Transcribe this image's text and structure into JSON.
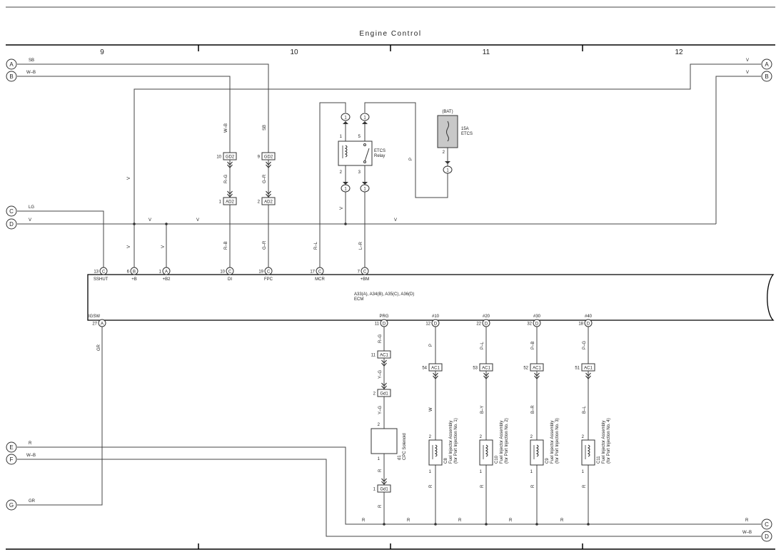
{
  "title": "Engine Control",
  "sections": [
    "9",
    "10",
    "11",
    "12"
  ],
  "terminals": {
    "A": "A",
    "B": "B",
    "C": "C",
    "D": "D",
    "E": "E",
    "F": "F",
    "G": "G"
  },
  "wire_colors": {
    "sb": "SB",
    "wb": "W–B",
    "v": "V",
    "lg": "LG",
    "r": "R",
    "gr": "GR",
    "rg": "R–G",
    "gr_dash": "G–R",
    "rb": "R–B",
    "rl": "R–L",
    "lr": "L–R",
    "p": "P",
    "w": "W",
    "yg": "Y–G",
    "pl": "P–L",
    "pb": "P–B",
    "pg": "P–G",
    "by": "B–Y",
    "br": "B–R",
    "bl": "B–L"
  },
  "connectors": {
    "gd2": "GD2",
    "ad2": "AD2",
    "ac1": "AC1",
    "gd1": "Gd1"
  },
  "pins": {
    "p1": "1",
    "p2": "2",
    "p3": "3",
    "p5": "5",
    "p6": "6",
    "p7": "7",
    "p9": "9",
    "p10": "10",
    "p11": "11",
    "p12": "12",
    "p13": "13",
    "p17": "17",
    "p18": "18",
    "p19": "19",
    "p22": "22",
    "p27": "27",
    "p32": "32",
    "p51": "51",
    "p52": "52",
    "p53": "53",
    "p54": "54"
  },
  "ecm": {
    "name": "ECM",
    "connectors": "A33(A), A34(B), A35(C), A36(D)",
    "top_pins": [
      {
        "num": "13",
        "letter": "C",
        "label": "SSHUT"
      },
      {
        "num": "6",
        "letter": "B",
        "label": "+B"
      },
      {
        "num": "1",
        "letter": "A",
        "label": "+B2"
      },
      {
        "num": "10",
        "letter": "C",
        "label": "DI"
      },
      {
        "num": "19",
        "letter": "C",
        "label": "FPC"
      },
      {
        "num": "17",
        "letter": "C",
        "label": "MCR"
      },
      {
        "num": "7",
        "letter": "C",
        "label": "+BM"
      }
    ],
    "bottom_pins": [
      {
        "num": "27",
        "letter": "A",
        "label": "IGSW"
      },
      {
        "num": "11",
        "letter": "D",
        "label": "PRG"
      },
      {
        "num": "12",
        "letter": "D",
        "label": "#10"
      },
      {
        "num": "22",
        "letter": "D",
        "label": "#20"
      },
      {
        "num": "32",
        "letter": "D",
        "label": "#30"
      },
      {
        "num": "18",
        "letter": "D",
        "label": "#40"
      }
    ]
  },
  "relay": {
    "name": "ETCS",
    "sub": "Relay"
  },
  "fuse": {
    "bat": "(BAT)",
    "rating": "15A",
    "name": "ETCS"
  },
  "vsv": {
    "code": "d1",
    "name": "CPC Solenoid"
  },
  "injectors": [
    {
      "code": "C8",
      "name": "Fuel Injector Assembly",
      "sub": "(for Port Injection No. 1)"
    },
    {
      "code": "C10",
      "name": "Fuel Injector Assembly",
      "sub": "(for Port Injection No. 2)"
    },
    {
      "code": "C9",
      "name": "Fuel Injector Assembly",
      "sub": "(for Port Injection No. 3)"
    },
    {
      "code": "C11",
      "name": "Fuel Injector Assembly",
      "sub": "(for Port Injection No. 4)"
    }
  ],
  "colors": {
    "line": "#444444",
    "box_fill": "#c8c8c8",
    "text": "#222222"
  }
}
